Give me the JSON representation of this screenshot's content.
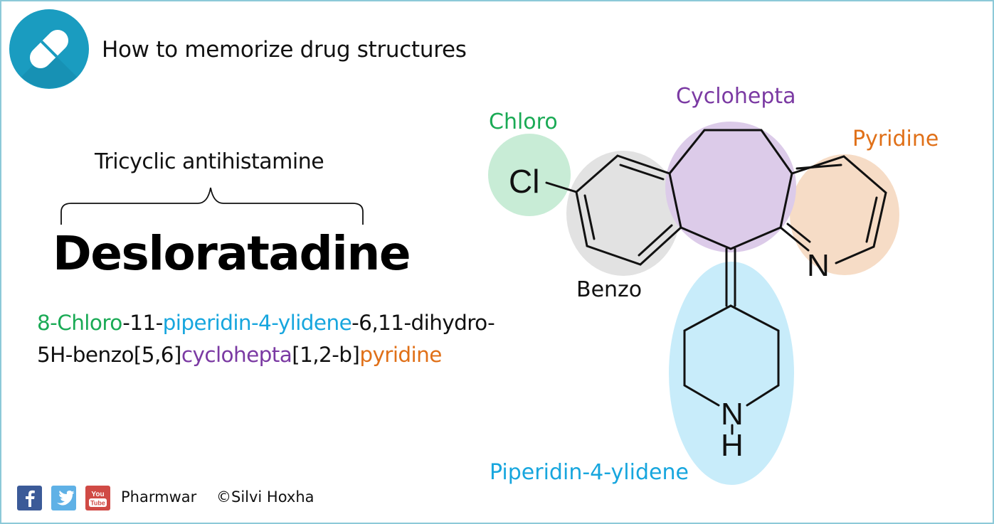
{
  "header": {
    "title": "How to memorize drug structures",
    "logo_icon": "pill-icon"
  },
  "drug": {
    "category": "Tricyclic antihistamine",
    "name": "Desloratadine"
  },
  "iupac_name": {
    "line1": [
      {
        "text": "8-Chloro",
        "color": "green"
      },
      {
        "text": "-11-",
        "color": "black"
      },
      {
        "text": "piperidin-4-ylidene",
        "color": "blue"
      },
      {
        "text": "-6,11-dihydro-",
        "color": "black"
      }
    ],
    "line2": [
      {
        "text": "5H-benzo[5,6]",
        "color": "black"
      },
      {
        "text": "cyclohepta",
        "color": "purple"
      },
      {
        "text": "[1,2-b]",
        "color": "black"
      },
      {
        "text": "pyridine",
        "color": "orange"
      }
    ]
  },
  "structure": {
    "labels": {
      "chloro": "Chloro",
      "benzo": "Benzo",
      "cyclohepta": "Cyclohepta",
      "pyridine": "Pyridine",
      "piperidinylidene": "Piperidin-4-ylidene"
    },
    "atoms": {
      "chlorine": "Cl",
      "pyridine_n": "N",
      "piperidine_n": "N",
      "piperidine_h": "H"
    }
  },
  "colors": {
    "green": "#1aaa55",
    "blue": "#17a6de",
    "purple": "#7b3aa3",
    "orange": "#e07018",
    "chloro_fill": "#c8ecd6",
    "benzo_fill": "#e2e2e2",
    "cyclohepta_fill": "#dccbe9",
    "pyridine_fill": "#f6dcc6",
    "piperidine_fill": "#c8ecfa",
    "logo": "#1a9cc0",
    "border": "#8cc9d8"
  },
  "footer": {
    "icons": [
      "facebook-icon",
      "twitter-icon",
      "youtube-icon"
    ],
    "youtube_text": "You Tube",
    "brand": "Pharmwar",
    "copyright": "©Silvi Hoxha"
  }
}
